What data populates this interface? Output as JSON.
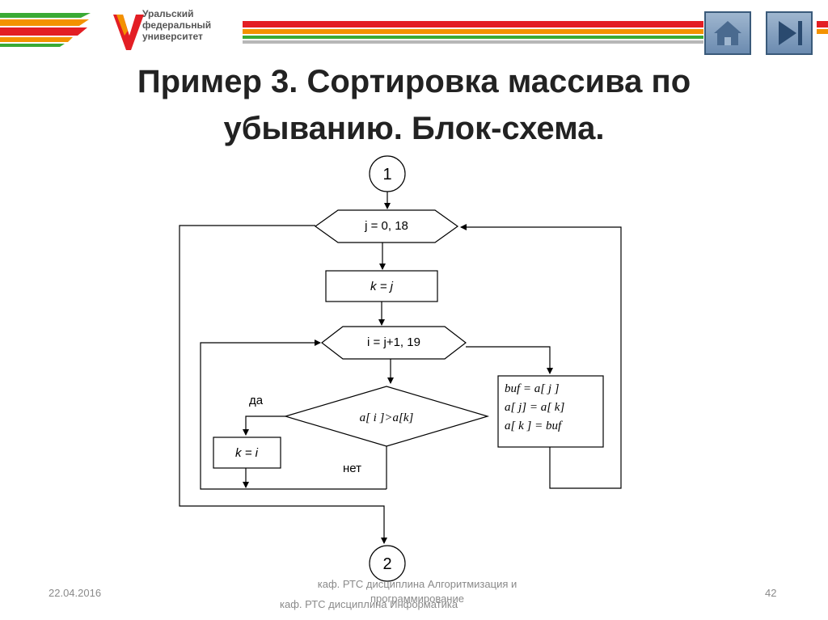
{
  "header": {
    "logo_text": "Уральский\nфедеральный\nуниверситет",
    "home_icon": "home-icon",
    "next_icon": "next-slide-icon"
  },
  "slide": {
    "title": "Пример 3. Сортировка массива по убыванию. Блок-схема."
  },
  "diagram": {
    "connector_start": "1",
    "connector_end": "2",
    "loop_outer": "j = 0, 18",
    "assign_k_j": "k = j",
    "loop_inner": "i = j+1, 19",
    "decision": "a[ i ]>a[k]",
    "branch_yes": "да",
    "branch_no": "нет",
    "assign_k_i": "k = i",
    "swap_line1": "buf  = a[ j ]",
    "swap_line2": "a[ j] = a[ k]",
    "swap_line3": "a[ k ] = buf"
  },
  "footer": {
    "date": "22.04.2016",
    "department": "каф. РТС дисциплина Алгоритмизация и программирование",
    "department2": "каф. РТС дисциплина Информатика",
    "page": "42"
  },
  "colors": {
    "stripe_red": "#e31e24",
    "stripe_orange": "#f39200",
    "stripe_green": "#3aaa35",
    "stripe_grey": "#b7b7b7",
    "nav_blue": "#6b8bb0"
  }
}
